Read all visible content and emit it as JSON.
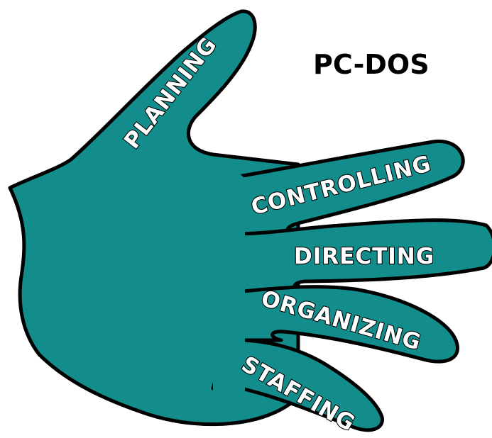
{
  "title": "PC-DOS",
  "fingers": {
    "planning": "PLANNING",
    "controlling": "CONTROLLING",
    "directing": "DIRECTING",
    "organizing": "ORGANIZING",
    "staffing": "STAFFING"
  },
  "colors": {
    "hand_fill": "#138c8c",
    "outline": "#000000",
    "label_text": "#ffffff",
    "background": "#ffffff"
  }
}
